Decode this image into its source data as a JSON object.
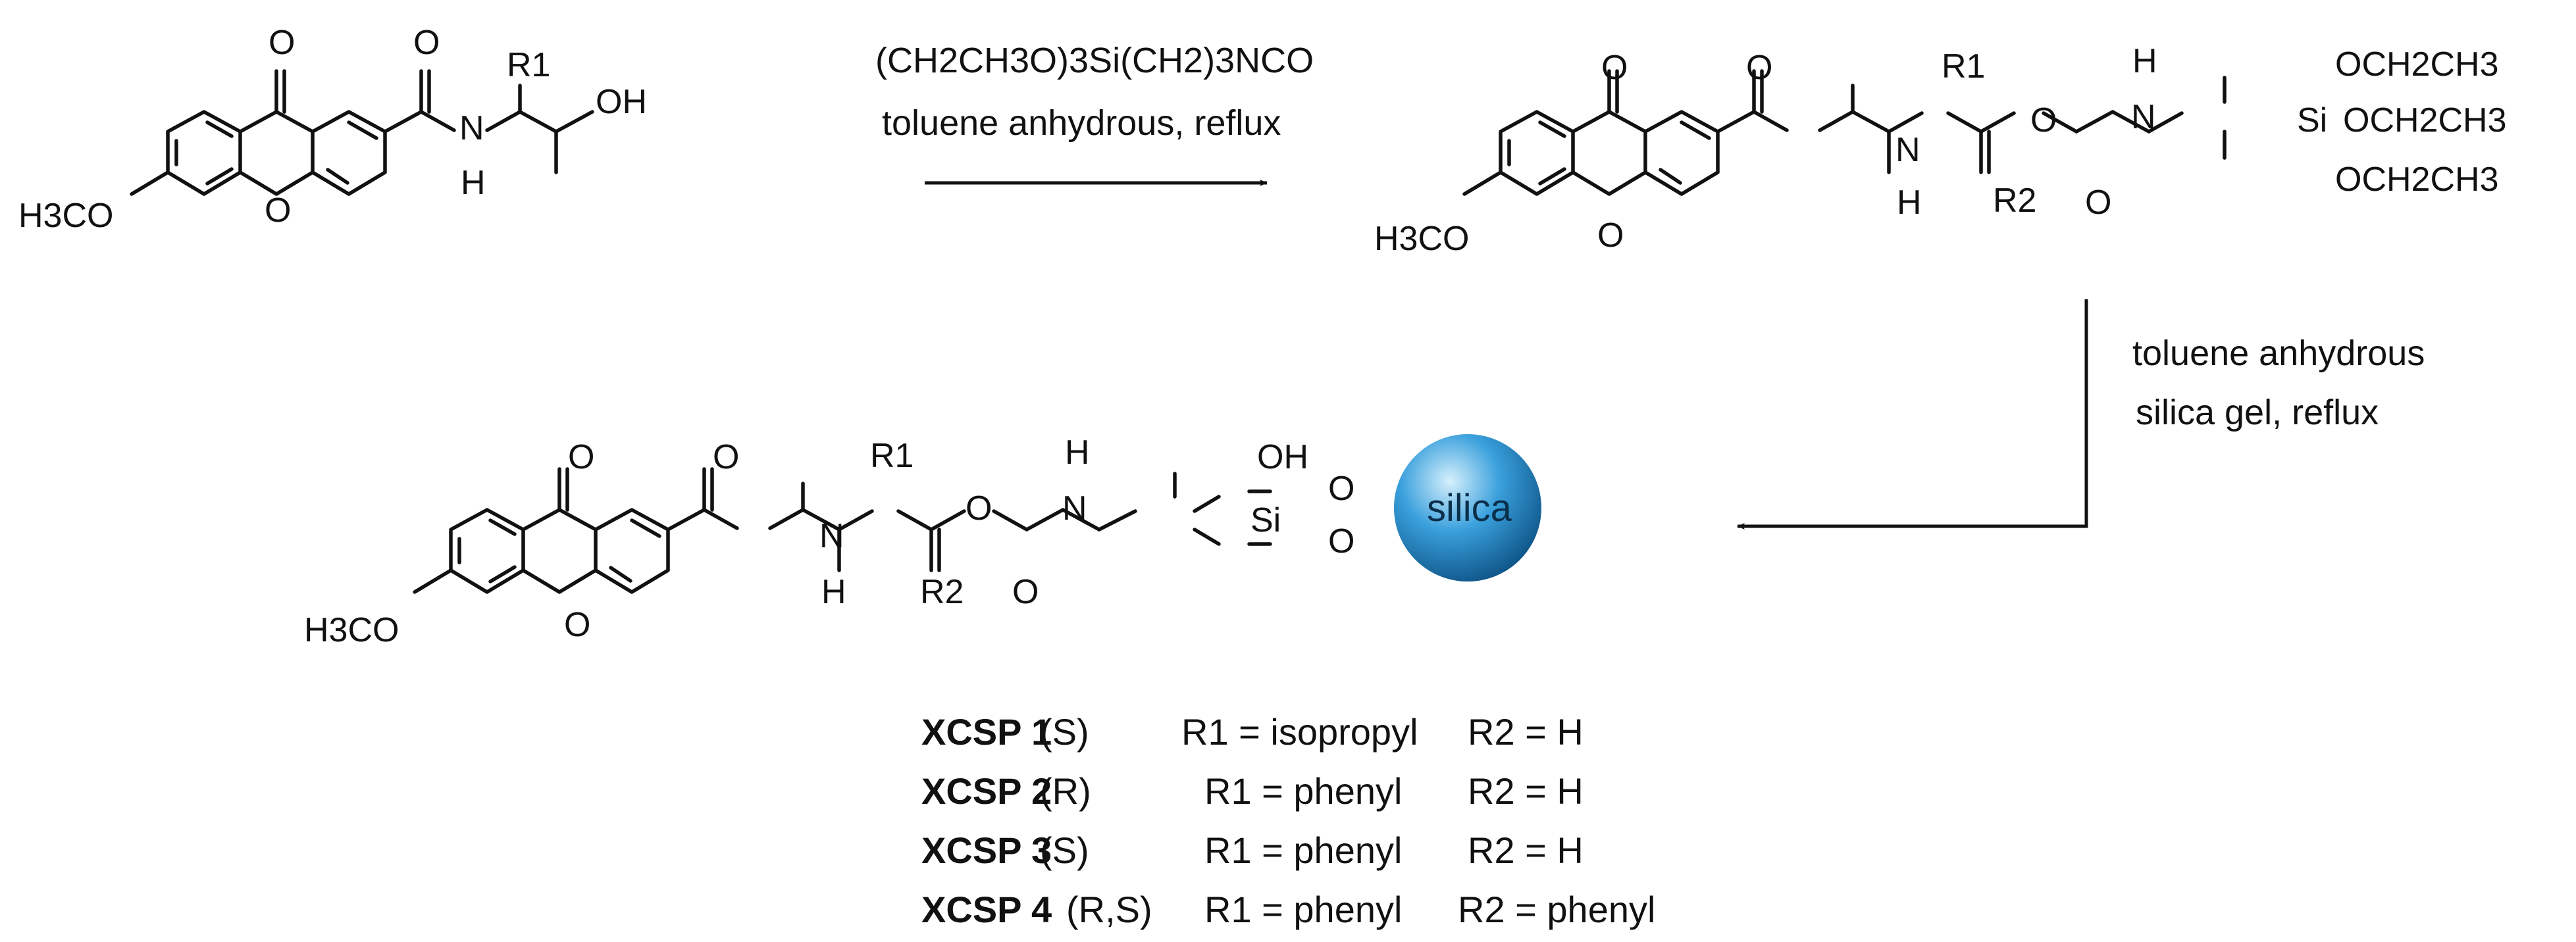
{
  "scheme": {
    "reagents_top": [
      "(CH2CH3O)3Si(CH2)3NCO",
      "toluene anhydrous, reflux"
    ],
    "reagents_right": [
      "toluene anhydrous",
      "silica gel, reflux"
    ],
    "atoms": {
      "carbonyl_o": "O",
      "ring_o": "O",
      "amide_o": "O",
      "methoxy": "H3CO",
      "nh_n": "N",
      "nh_h": "H",
      "oh": "OH",
      "r1": "R1",
      "r2": "R2",
      "ester_o": "O",
      "carbamate_o": "O",
      "carbamate_nh_h": "H",
      "carbamate_n": "N",
      "si": "Si",
      "oet": "OCH2CH3",
      "silanol": "OH",
      "si_o1": "O",
      "si_o2": "O"
    },
    "silica_label": "silica",
    "colors": {
      "silica_light": "#bfe6fb",
      "silica_mid": "#3aa0dc",
      "silica_dark": "#0e5f97"
    }
  },
  "products": [
    {
      "name": "XCSP 1",
      "config": "(S)",
      "r1": "R1 = isopropyl",
      "r2": "R2 = H"
    },
    {
      "name": "XCSP 2",
      "config": "(R)",
      "r1": "R1 = phenyl",
      "r2": "R2 = H"
    },
    {
      "name": "XCSP 3",
      "config": "(S)",
      "r1": "R1 = phenyl",
      "r2": "R2 = H"
    },
    {
      "name": "XCSP 4",
      "config": "(R,S)",
      "r1": "R1 = phenyl",
      "r2": "R2 = phenyl"
    }
  ]
}
